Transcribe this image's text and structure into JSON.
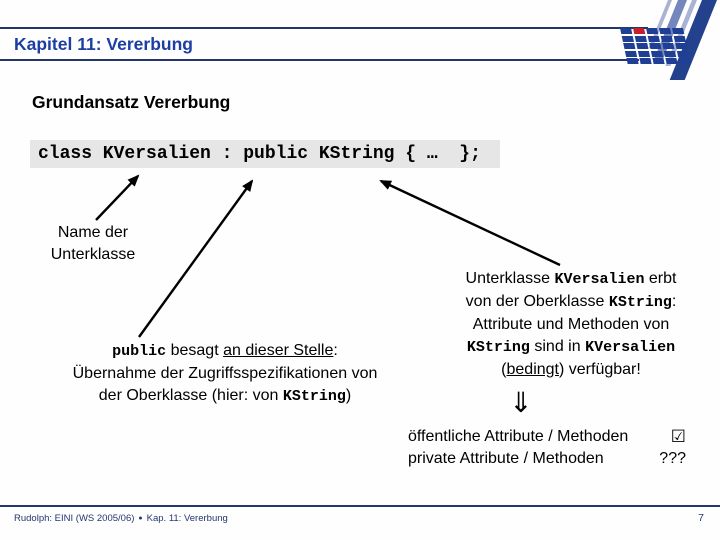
{
  "header": {
    "chapter_title": "Kapitel 11: Vererbung"
  },
  "slide_title": "Grundansatz Vererbung",
  "code_line": "class KVersalien : public KString { …  };",
  "name_label": {
    "line1": "Name der",
    "line2": "Unterklasse"
  },
  "right_note": {
    "l1a": "Unterklasse ",
    "l1b": "KVersalien",
    "l1c": " erbt",
    "l2a": "von der Oberklasse ",
    "l2b": "KString",
    "l2c": ":",
    "l3a": "Attribute und Methoden von",
    "l4a": "KString",
    "l4b": " sind in ",
    "l4c": "KVersalien",
    "l5a": "(",
    "l5b": "bedingt",
    "l5c": ") verfügbar!"
  },
  "left_note": {
    "l1a": "public",
    "l1b": " besagt ",
    "l1c": "an dieser Stelle",
    "l1d": ":",
    "l2a": "Übernahme der Zugriffsspezifikationen von",
    "l3a": "der Oberklasse (hier: von ",
    "l3b": "KString",
    "l3c": ")"
  },
  "implication_arrow": "⇓",
  "summary": {
    "row1_label": "öffentliche Attribute / Methoden",
    "row1_symbol": "☑",
    "row2_label": "private Attribute / Methoden",
    "row2_symbol": "???"
  },
  "footer": {
    "author_course": "Rudolph: EINI (WS 2005/06)",
    "separator": "●",
    "chapter_ref": "Kap. 11: Vererbung",
    "page_number": "7"
  },
  "logo": {
    "rows": 5,
    "cols": 5,
    "red_tile": {
      "row": 0,
      "col": 1
    },
    "tile_color": "#1e3f94",
    "red_color": "#c5202b",
    "stripe_colors": [
      "#a9b2d2",
      "#7585bd",
      "#aab3d6",
      "#24418e"
    ]
  },
  "colors": {
    "header_blue": "#1b3da4",
    "rule_navy": "#24376b",
    "code_bg": "#e6e6e6",
    "footer_navy": "#23366e",
    "arrow_black": "#000000"
  }
}
